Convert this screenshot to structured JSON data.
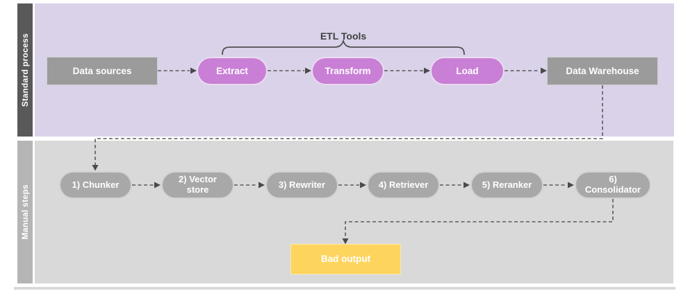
{
  "sections": {
    "standard": {
      "label": "Standard process"
    },
    "manual": {
      "label": "Manual steps"
    }
  },
  "top": {
    "brace_label": "ETL Tools",
    "nodes": [
      {
        "label": "Data sources",
        "shape": "rect"
      },
      {
        "label": "Extract",
        "shape": "pill"
      },
      {
        "label": "Transform",
        "shape": "pill"
      },
      {
        "label": "Load",
        "shape": "pill"
      },
      {
        "label": "Data Warehouse",
        "shape": "rect"
      }
    ]
  },
  "bottom": {
    "nodes": [
      {
        "label": "1) Chunker"
      },
      {
        "label": "2) Vector store"
      },
      {
        "label": "3) Rewriter"
      },
      {
        "label": "4) Retriever"
      },
      {
        "label": "5) Reranker"
      },
      {
        "label": "6) Consolidator"
      }
    ],
    "output": {
      "label": "Bad output"
    }
  },
  "colors": {
    "standard_band": "#595959",
    "manual_band": "#b5b5b5",
    "standard_panel": "#d9d2e9",
    "manual_panel": "#d9d9d9",
    "etl_pill": "#c97fd6",
    "gray_box": "#9b9b9b",
    "manual_pill": "#a8a8a8",
    "bad_output": "#fdd45e",
    "connector": "#5a5a5a"
  }
}
